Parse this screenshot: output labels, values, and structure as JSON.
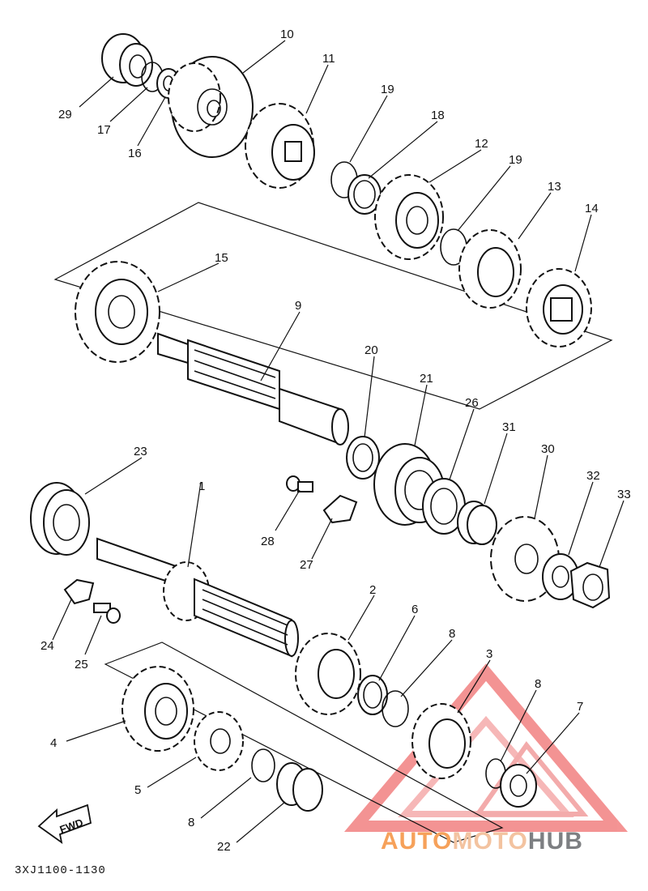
{
  "diagram": {
    "code": "3XJ1100-1130",
    "fwd_label": "FWD",
    "callouts": [
      {
        "id": "c10",
        "text": "10"
      },
      {
        "id": "c11",
        "text": "11"
      },
      {
        "id": "c19a",
        "text": "19"
      },
      {
        "id": "c18",
        "text": "18"
      },
      {
        "id": "c12",
        "text": "12"
      },
      {
        "id": "c19b",
        "text": "19"
      },
      {
        "id": "c13",
        "text": "13"
      },
      {
        "id": "c14",
        "text": "14"
      },
      {
        "id": "c29",
        "text": "29"
      },
      {
        "id": "c17",
        "text": "17"
      },
      {
        "id": "c16",
        "text": "16"
      },
      {
        "id": "c15",
        "text": "15"
      },
      {
        "id": "c9",
        "text": "9"
      },
      {
        "id": "c20",
        "text": "20"
      },
      {
        "id": "c21",
        "text": "21"
      },
      {
        "id": "c26",
        "text": "26"
      },
      {
        "id": "c31",
        "text": "31"
      },
      {
        "id": "c30",
        "text": "30"
      },
      {
        "id": "c32",
        "text": "32"
      },
      {
        "id": "c33",
        "text": "33"
      },
      {
        "id": "c23",
        "text": "23"
      },
      {
        "id": "c1",
        "text": "1"
      },
      {
        "id": "c28",
        "text": "28"
      },
      {
        "id": "c27",
        "text": "27"
      },
      {
        "id": "c2",
        "text": "2"
      },
      {
        "id": "c6",
        "text": "6"
      },
      {
        "id": "c8a",
        "text": "8"
      },
      {
        "id": "c3",
        "text": "3"
      },
      {
        "id": "c8b",
        "text": "8"
      },
      {
        "id": "c7",
        "text": "7"
      },
      {
        "id": "c24",
        "text": "24"
      },
      {
        "id": "c25",
        "text": "25"
      },
      {
        "id": "c4",
        "text": "4"
      },
      {
        "id": "c5",
        "text": "5"
      },
      {
        "id": "c8c",
        "text": "8"
      },
      {
        "id": "c22",
        "text": "22"
      }
    ]
  },
  "watermark": {
    "part1": "AUTO",
    "part2": "MOTO",
    "part3": "HUB",
    "color_primary": "#f6a15a",
    "color_secondary": "#f3c3a0",
    "color_dark": "#7d7f82"
  }
}
